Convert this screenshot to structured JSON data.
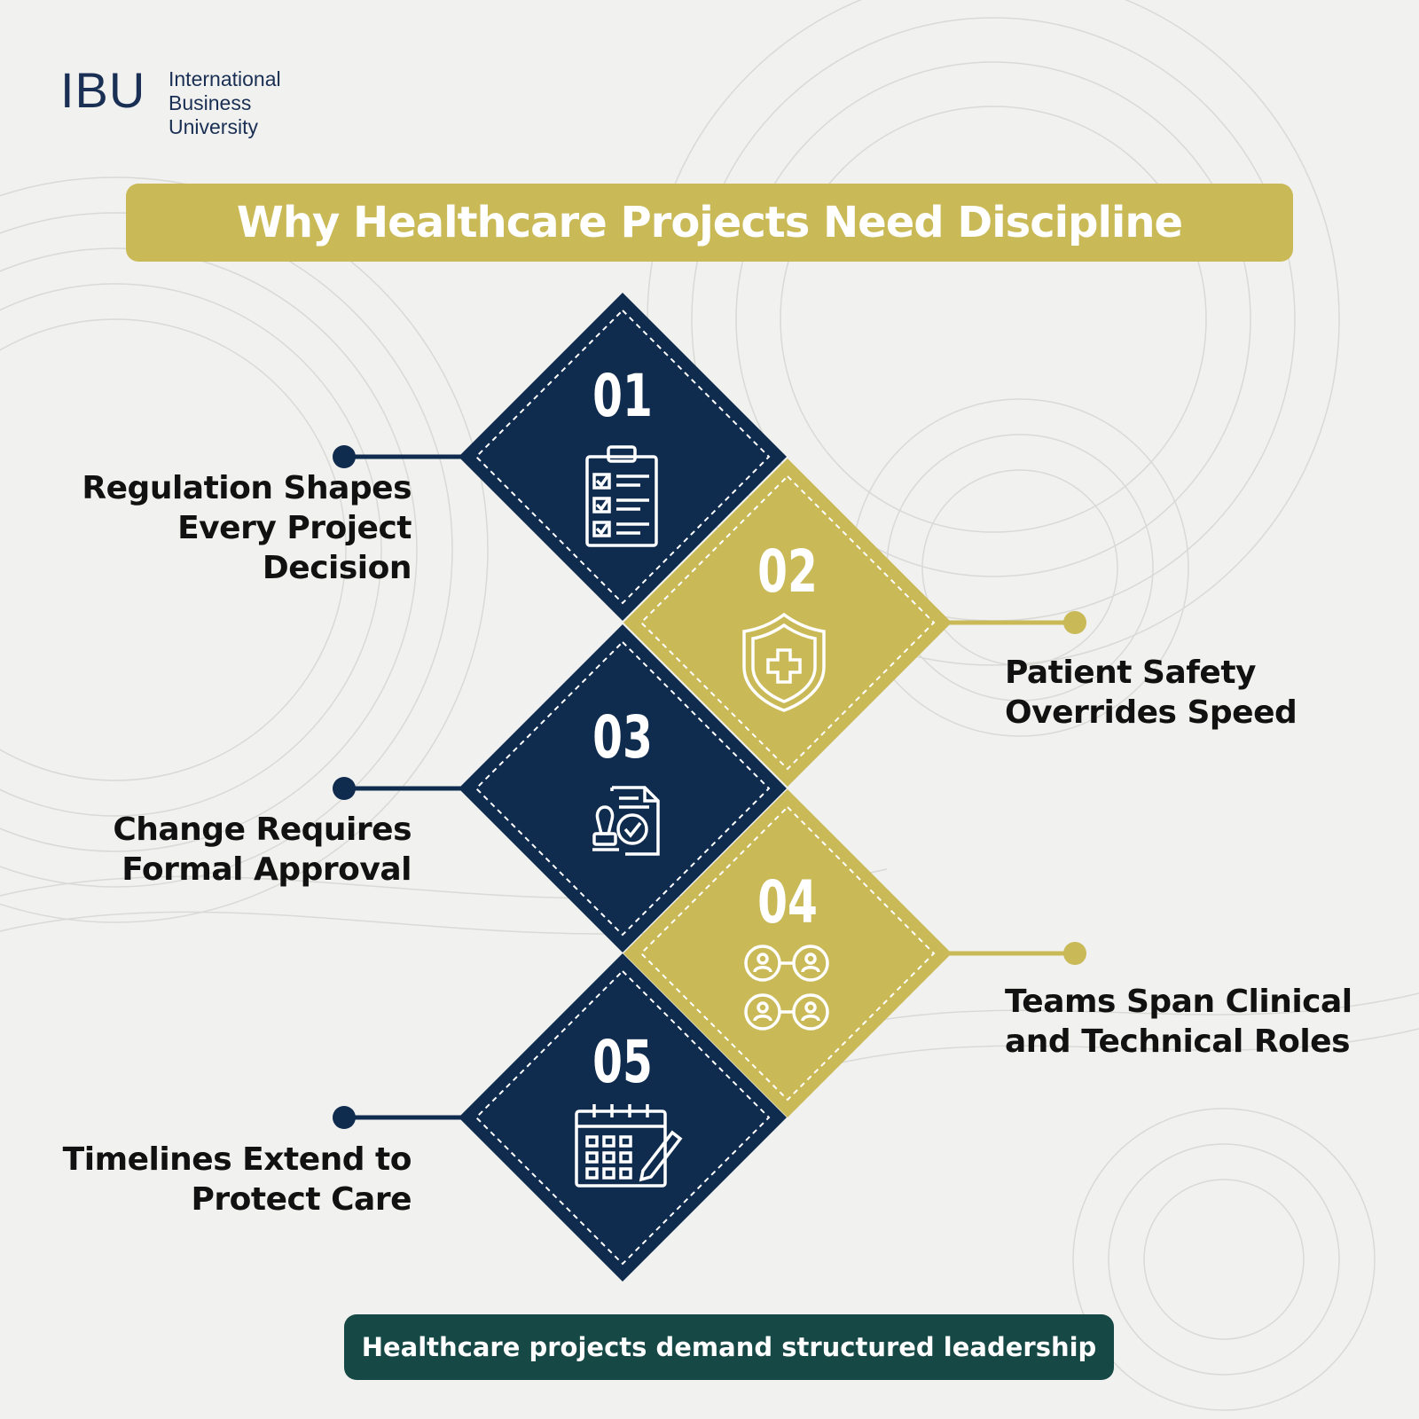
{
  "brand": {
    "mark": "IBU",
    "name_lines": [
      "International",
      "Business",
      "University"
    ]
  },
  "title": "Why Healthcare Projects Need Discipline",
  "steps": [
    {
      "number": "01",
      "icon": "clipboard-checklist-icon",
      "lines": [
        "Regulation Shapes",
        "Every Project",
        "Decision"
      ],
      "color": "#0f2b4e"
    },
    {
      "number": "02",
      "icon": "shield-cross-icon",
      "lines": [
        "Patient Safety",
        "Overrides Speed"
      ],
      "color": "#c9b957"
    },
    {
      "number": "03",
      "icon": "approval-stamp-document-icon",
      "lines": [
        "Change Requires",
        "Formal Approval"
      ],
      "color": "#0f2b4e"
    },
    {
      "number": "04",
      "icon": "team-network-icon",
      "lines": [
        "Teams Span Clinical",
        "and Technical Roles"
      ],
      "color": "#c9b957"
    },
    {
      "number": "05",
      "icon": "calendar-pencil-icon",
      "lines": [
        "Timelines Extend to",
        "Protect Care"
      ],
      "color": "#0f2b4e"
    }
  ],
  "footer": "Healthcare projects demand structured leadership",
  "colors": {
    "navy": "#0f2b4e",
    "gold": "#c9b957",
    "teal": "#164846",
    "background": "#f1f1ef"
  }
}
